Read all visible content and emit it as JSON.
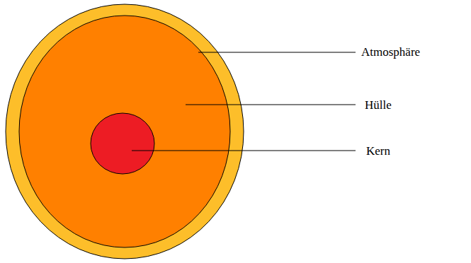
{
  "diagram": {
    "labels": [
      "Atmosphäre",
      "Hülle",
      "Kern"
    ]
  }
}
